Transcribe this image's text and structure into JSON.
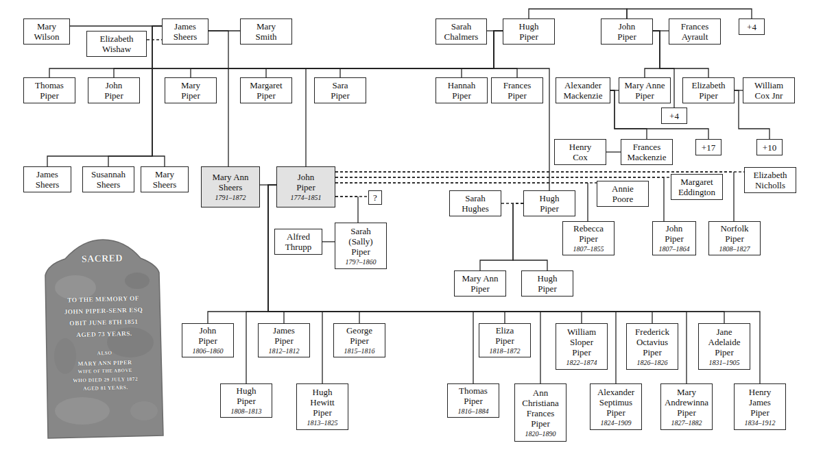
{
  "diagram": {
    "nodes": [
      {
        "text": [
          "Mary Wilson"
        ]
      },
      {
        "text": [
          "Elizabeth Wishaw"
        ]
      },
      {
        "text": [
          "James Sheers"
        ]
      },
      {
        "text": [
          "Mary Smith"
        ]
      },
      {
        "text": [
          "Sarah Chalmers"
        ]
      },
      {
        "text": [
          "Hugh Piper"
        ]
      },
      {
        "text": [
          "John Piper"
        ]
      },
      {
        "text": [
          "Frances Ayrault"
        ]
      },
      {
        "text": [
          "+4"
        ]
      },
      {
        "text": [
          "Thomas Piper"
        ]
      },
      {
        "text": [
          "John Piper"
        ]
      },
      {
        "text": [
          "Mary Piper"
        ]
      },
      {
        "text": [
          "Margaret Piper"
        ]
      },
      {
        "text": [
          "Sara Piper"
        ]
      },
      {
        "text": [
          "Hannah Piper"
        ]
      },
      {
        "text": [
          "Frances Piper"
        ]
      },
      {
        "text": [
          "Alexander Mackenzie"
        ]
      },
      {
        "text": [
          "Mary Anne Piper"
        ]
      },
      {
        "text": [
          "Elizabeth Piper"
        ]
      },
      {
        "text": [
          "William Cox Jnr"
        ]
      },
      {
        "text": [
          "+4"
        ]
      },
      {
        "text": [
          "Henry Cox"
        ]
      },
      {
        "text": [
          "Frances Mackenzie"
        ]
      },
      {
        "text": [
          "+17"
        ]
      },
      {
        "text": [
          "+10"
        ]
      },
      {
        "text": [
          "James Sheers"
        ]
      },
      {
        "text": [
          "Susannah Sheers"
        ]
      },
      {
        "text": [
          "Mary Sheers"
        ]
      },
      {
        "text": [
          "Mary Ann Sheers",
          "1791–1872"
        ]
      },
      {
        "text": [
          "John Piper",
          "1774–1851"
        ]
      },
      {
        "text": [
          "?"
        ]
      },
      {
        "text": [
          "Elizabeth Nicholls"
        ]
      },
      {
        "text": [
          "Margaret Eddington"
        ]
      },
      {
        "text": [
          "Annie Poore"
        ]
      },
      {
        "text": [
          "Sarah Hughes"
        ]
      },
      {
        "text": [
          "Hugh Piper"
        ]
      },
      {
        "text": [
          "Rebecca Piper",
          "1807–1855"
        ]
      },
      {
        "text": [
          "John Piper",
          "1807–1864"
        ]
      },
      {
        "text": [
          "Norfolk Piper",
          "1808–1827"
        ]
      },
      {
        "text": [
          "Alfred Thrupp"
        ]
      },
      {
        "text": [
          "Sarah (Sally) Piper",
          "179?–1860"
        ]
      },
      {
        "text": [
          "Mary Ann Piper"
        ]
      },
      {
        "text": [
          "Hugh Piper"
        ]
      },
      {
        "text": [
          "John Piper",
          "1806–1860"
        ]
      },
      {
        "text": [
          "James Piper",
          "1812–1812"
        ]
      },
      {
        "text": [
          "George Piper",
          "1815–1816"
        ]
      },
      {
        "text": [
          "Eliza Piper",
          "1818–1872"
        ]
      },
      {
        "text": [
          "William Sloper Piper",
          "1822–1874"
        ]
      },
      {
        "text": [
          "Frederick Octavius Piper",
          "1826–1826"
        ]
      },
      {
        "text": [
          "Jane Adelaide Piper",
          "1831–1905"
        ]
      },
      {
        "text": [
          "Hugh Piper",
          "1808–1813"
        ]
      },
      {
        "text": [
          "Hugh Hewitt Piper",
          "1813–1825"
        ]
      },
      {
        "text": [
          "Thomas Piper",
          "1816–1884"
        ]
      },
      {
        "text": [
          "Ann Christiana Frances Piper",
          "1820–1890"
        ]
      },
      {
        "text": [
          "Alexander Septimus Piper",
          "1824–1909"
        ]
      },
      {
        "text": [
          "Mary Andrewinna Piper",
          "1827–1882"
        ]
      },
      {
        "text": [
          "Henry James Piper",
          "1834–1912"
        ]
      }
    ],
    "edges": [
      {
        "from": 0,
        "to": 2,
        "arrow": "none"
      },
      {
        "from": 1,
        "to": 2,
        "arrow": "none"
      },
      {
        "from": 2,
        "to": 3,
        "arrow": "none"
      },
      {
        "from": 4,
        "to": 5,
        "arrow": "none"
      },
      {
        "from": 5,
        "to": 6,
        "arrow": "none"
      },
      {
        "from": 6,
        "to": 8,
        "arrow": "none"
      },
      {
        "from": 6,
        "to": 7,
        "arrow": "none"
      },
      {
        "from": 2,
        "to": 25,
        "arrow": "none"
      },
      {
        "from": 2,
        "to": 26,
        "arrow": "none"
      },
      {
        "from": 2,
        "to": 27,
        "arrow": "none"
      },
      {
        "from": 2,
        "to": 28,
        "arrow": "none"
      },
      {
        "from": 5,
        "to": 9,
        "arrow": "none"
      },
      {
        "from": 5,
        "to": 10,
        "arrow": "none"
      },
      {
        "from": 5,
        "to": 11,
        "arrow": "none"
      },
      {
        "from": 5,
        "to": 12,
        "arrow": "none"
      },
      {
        "from": 5,
        "to": 13,
        "arrow": "none"
      },
      {
        "from": 5,
        "to": 14,
        "arrow": "none"
      },
      {
        "from": 5,
        "to": 15,
        "arrow": "none"
      },
      {
        "from": 5,
        "to": 29,
        "arrow": "none"
      },
      {
        "from": 5,
        "to": 35,
        "arrow": "none"
      },
      {
        "from": 6,
        "to": 17,
        "arrow": "none"
      },
      {
        "from": 6,
        "to": 20,
        "arrow": "none"
      },
      {
        "from": 6,
        "to": 18,
        "arrow": "none"
      },
      {
        "from": 16,
        "to": 17,
        "arrow": "none"
      },
      {
        "from": 18,
        "to": 19,
        "arrow": "none"
      },
      {
        "from": 16,
        "to": 22,
        "arrow": "none"
      },
      {
        "from": 16,
        "to": 23,
        "arrow": "none"
      },
      {
        "from": 18,
        "to": 24,
        "arrow": "none"
      },
      {
        "from": 21,
        "to": 22,
        "arrow": "none"
      },
      {
        "from": 28,
        "to": 29,
        "arrow": "none"
      },
      {
        "from": 29,
        "to": 30,
        "arrow": "none"
      },
      {
        "from": 29,
        "to": 40,
        "arrow": "none"
      },
      {
        "from": 29,
        "to": 33,
        "arrow": "none"
      },
      {
        "from": 29,
        "to": 32,
        "arrow": "none"
      },
      {
        "from": 29,
        "to": 31,
        "arrow": "none"
      },
      {
        "from": 29,
        "to": 36,
        "arrow": "none"
      },
      {
        "from": 29,
        "to": 37,
        "arrow": "none"
      },
      {
        "from": 29,
        "to": 38,
        "arrow": "none"
      },
      {
        "from": 34,
        "to": 35,
        "arrow": "none"
      },
      {
        "from": 35,
        "to": 41,
        "arrow": "none"
      },
      {
        "from": 35,
        "to": 42,
        "arrow": "none"
      },
      {
        "from": 39,
        "to": 40,
        "arrow": "none"
      },
      {
        "from": 29,
        "to": 43,
        "arrow": "none"
      },
      {
        "from": 29,
        "to": 44,
        "arrow": "none"
      },
      {
        "from": 29,
        "to": 45,
        "arrow": "none"
      },
      {
        "from": 29,
        "to": 46,
        "arrow": "none"
      },
      {
        "from": 29,
        "to": 47,
        "arrow": "none"
      },
      {
        "from": 29,
        "to": 48,
        "arrow": "none"
      },
      {
        "from": 29,
        "to": 49,
        "arrow": "none"
      },
      {
        "from": 29,
        "to": 50,
        "arrow": "none"
      },
      {
        "from": 29,
        "to": 51,
        "arrow": "none"
      },
      {
        "from": 29,
        "to": 52,
        "arrow": "none"
      },
      {
        "from": 29,
        "to": 53,
        "arrow": "none"
      },
      {
        "from": 29,
        "to": 54,
        "arrow": "none"
      },
      {
        "from": 29,
        "to": 55,
        "arrow": "none"
      },
      {
        "from": 29,
        "to": 56,
        "arrow": "none"
      }
    ],
    "labels": [
      "SACRED",
      "TO THE MEMORY OF",
      "JOHN PIPER-SENR ESQ",
      "OBIT JUNE 8TH 1851",
      "AGED 73 YEARS.",
      "ALSO",
      "MARY ANN PIPER",
      "WIFE OF THE ABOVE",
      "WHO DIED 29 JULY 1872",
      "AGED 81 YEARS."
    ]
  }
}
